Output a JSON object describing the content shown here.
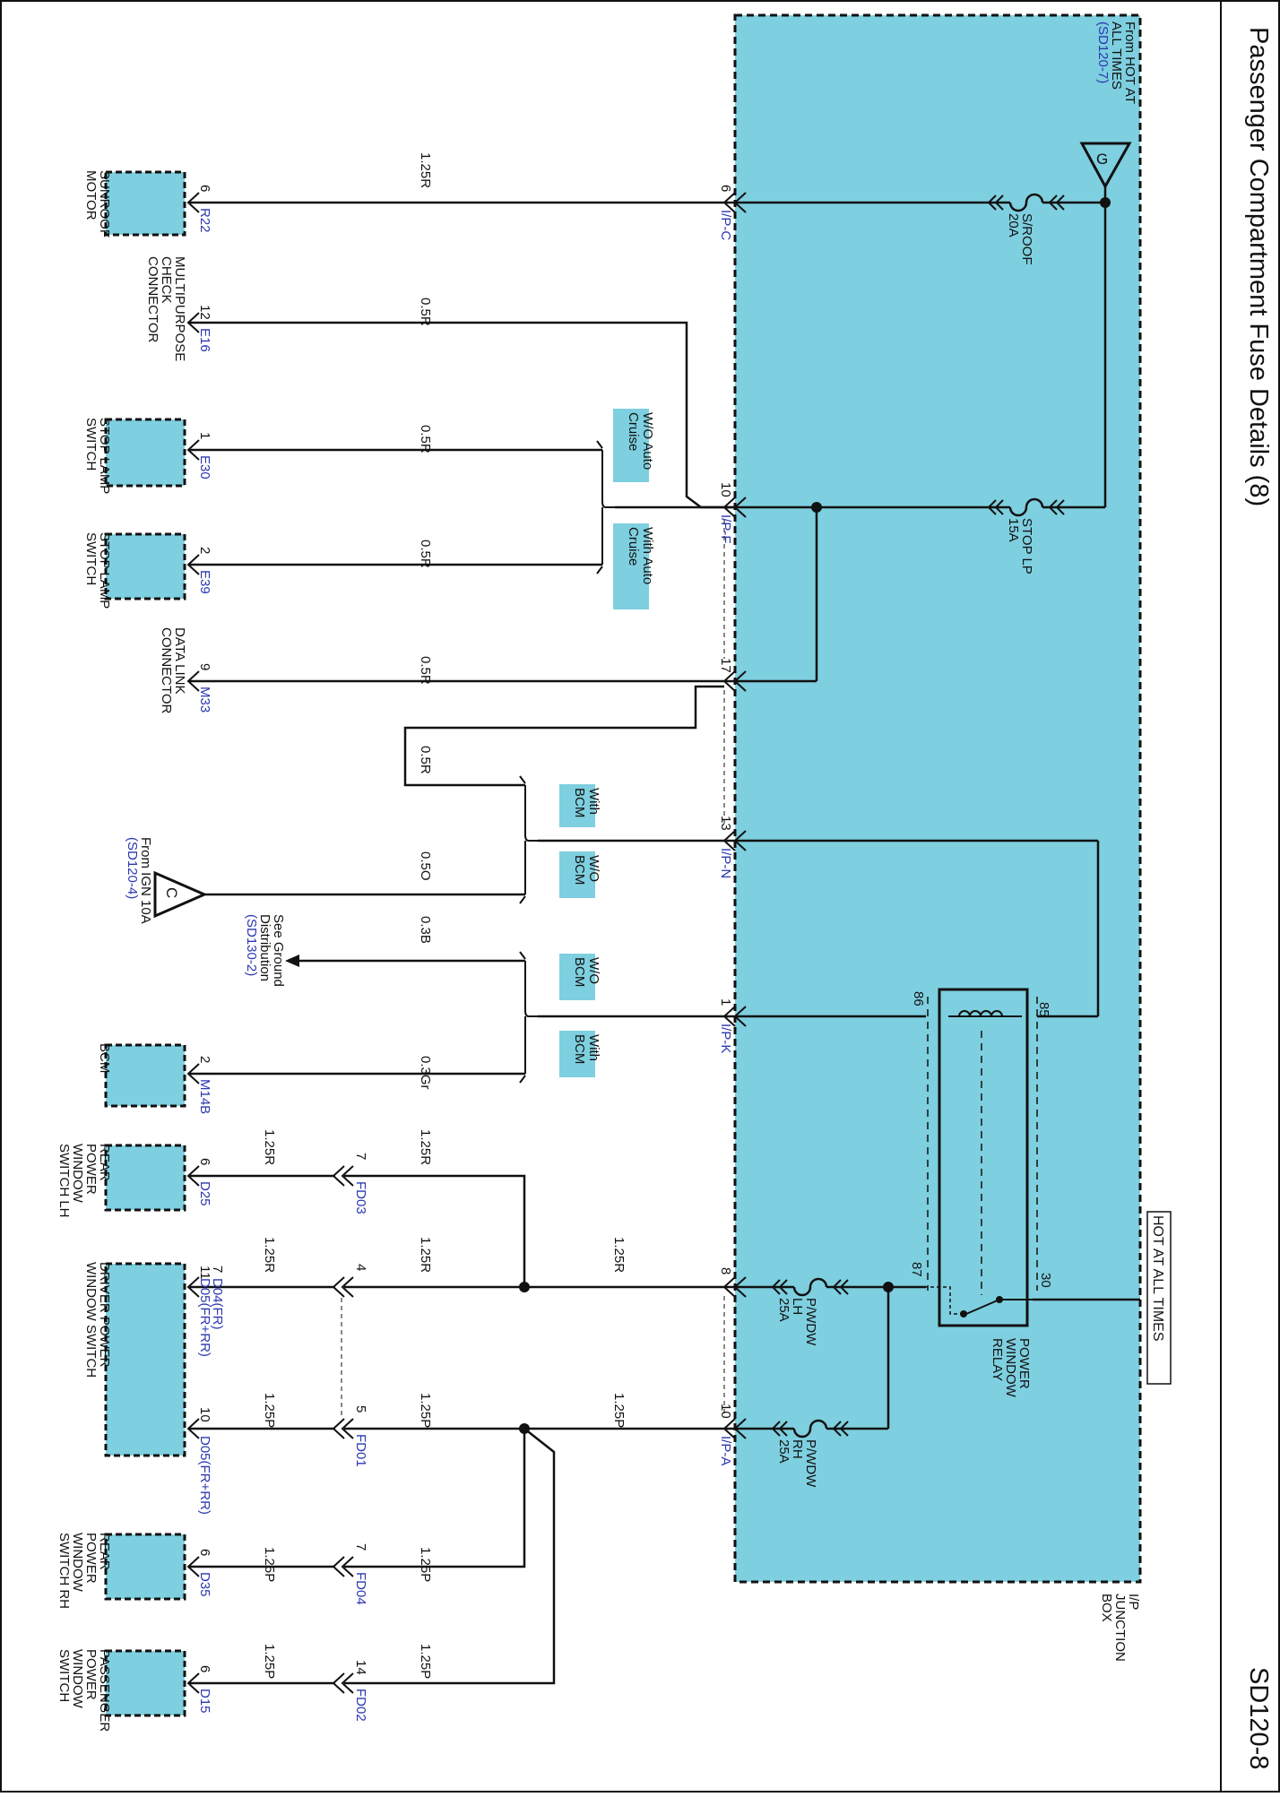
{
  "header": {
    "title": "Passenger Compartment Fuse Details (8)",
    "page_code": "SD120-8"
  },
  "junction_box": {
    "label": [
      "I/P",
      "JUNCTION",
      "BOX"
    ],
    "hot_at_all_times": "HOT AT ALL TIMES",
    "feed": {
      "symbol": "G",
      "text": [
        "From HOT AT",
        "ALL TIMES"
      ],
      "ref": "(SD120-7)"
    },
    "fuses": [
      {
        "name": "S/ROOF",
        "rating": "20A"
      },
      {
        "name": "STOP LP",
        "rating": "15A"
      },
      {
        "name": "P/WDW LH",
        "rating": "25A"
      },
      {
        "name": "P/WDW RH",
        "rating": "25A"
      }
    ],
    "relay": {
      "name": [
        "POWER",
        "WINDOW",
        "RELAY"
      ],
      "pins": [
        "85",
        "86",
        "30",
        "87"
      ]
    },
    "connectors": [
      {
        "id": "I/P-C",
        "pins": [
          "6"
        ]
      },
      {
        "id": "I/P-F",
        "pins": [
          "10",
          "17"
        ]
      },
      {
        "id": "I/P-N",
        "pins": [
          "13"
        ]
      },
      {
        "id": "I/P-K",
        "pins": [
          "1"
        ]
      },
      {
        "id": "I/P-A",
        "pins": [
          "8",
          "10"
        ]
      }
    ]
  },
  "wires": {
    "w_sunroof": "1.25R",
    "w_mpc": "0.5R",
    "w_stop1": "0.5R",
    "w_stop2": "0.5R",
    "w_dlc": "0.5R",
    "w_bcm_branch": "0.5R",
    "w_ign": "0.5O",
    "w_gnd": "0.3B",
    "w_bcm": "0.3Gr",
    "w_ipa8": "1.25R",
    "w_ipa10": "1.25P",
    "w_fd03_a": "1.25R",
    "w_fd03_b": "1.25R",
    "w_fd_r_a": "1.25R",
    "w_fd_r_b": "1.25R",
    "w_fd01_a": "1.25P",
    "w_fd01_b": "1.25P",
    "w_fd04_a": "1.25P",
    "w_fd04_b": "1.25P",
    "w_fd02_a": "1.25P",
    "w_fd02_b": "1.25P"
  },
  "options": {
    "wo_auto_cruise": [
      "W/O Auto",
      "Cruise"
    ],
    "with_auto_cruise": [
      "With Auto",
      "Cruise"
    ],
    "with_bcm": [
      "With",
      "BCM"
    ],
    "wo_bcm": [
      "W/O",
      "BCM"
    ]
  },
  "feeds": {
    "ign": {
      "symbol": "C",
      "text": [
        "From IGN 10A"
      ],
      "ref": "(SD120-4)"
    },
    "ground": {
      "text": [
        "See Ground",
        "Distribution"
      ],
      "ref": "(SD130-2)"
    }
  },
  "inline_connectors": [
    {
      "id": "FD03",
      "pin": "7"
    },
    {
      "id": "",
      "pin": "4"
    },
    {
      "id": "FD01",
      "pin": "5"
    },
    {
      "id": "FD04",
      "pin": "7"
    },
    {
      "id": "FD02",
      "pin": "14"
    }
  ],
  "components": [
    {
      "name": [
        "SUNROOF",
        "MOTOR"
      ],
      "connector": "R22",
      "pin": "6"
    },
    {
      "name": [
        "MULTIPURPOSE",
        "CHECK",
        "CONNECTOR"
      ],
      "connector": "E16",
      "pin": "12"
    },
    {
      "name": [
        "STOP LAMP",
        "SWITCH"
      ],
      "connector": "E30",
      "pin": "1"
    },
    {
      "name": [
        "STOP LAMP",
        "SWITCH"
      ],
      "connector": "E39",
      "pin": "2"
    },
    {
      "name": [
        "DATA LINK",
        "CONNECTOR"
      ],
      "connector": "M33",
      "pin": "9"
    },
    {
      "name": [
        "BCM"
      ],
      "connector": "M14B",
      "pin": "2"
    },
    {
      "name": [
        "REAR",
        "POWER",
        "WINDOW",
        "SWITCH LH"
      ],
      "connector": "D25",
      "pin": "6"
    },
    {
      "name": [
        "DRIVER POWER",
        "WINDOW SWITCH"
      ],
      "connectors": [
        "D04(FR)",
        "D05(FR+RR)",
        "D05(FR+RR)"
      ],
      "pins": [
        "7",
        "11",
        "10"
      ]
    },
    {
      "name": [
        "REAR",
        "POWER",
        "WINDOW",
        "SWITCH RH"
      ],
      "connector": "D35",
      "pin": "6"
    },
    {
      "name": [
        "PASSENGER",
        "POWER",
        "WINDOW",
        "SWITCH"
      ],
      "connector": "D15",
      "pin": "6"
    }
  ],
  "colors": {
    "junction_fill": "#7ecfdf",
    "component_fill": "#7ecfdf",
    "option_fill": "#7ecfdf",
    "wire": "#111111",
    "reference_text": "#2a36b0"
  }
}
